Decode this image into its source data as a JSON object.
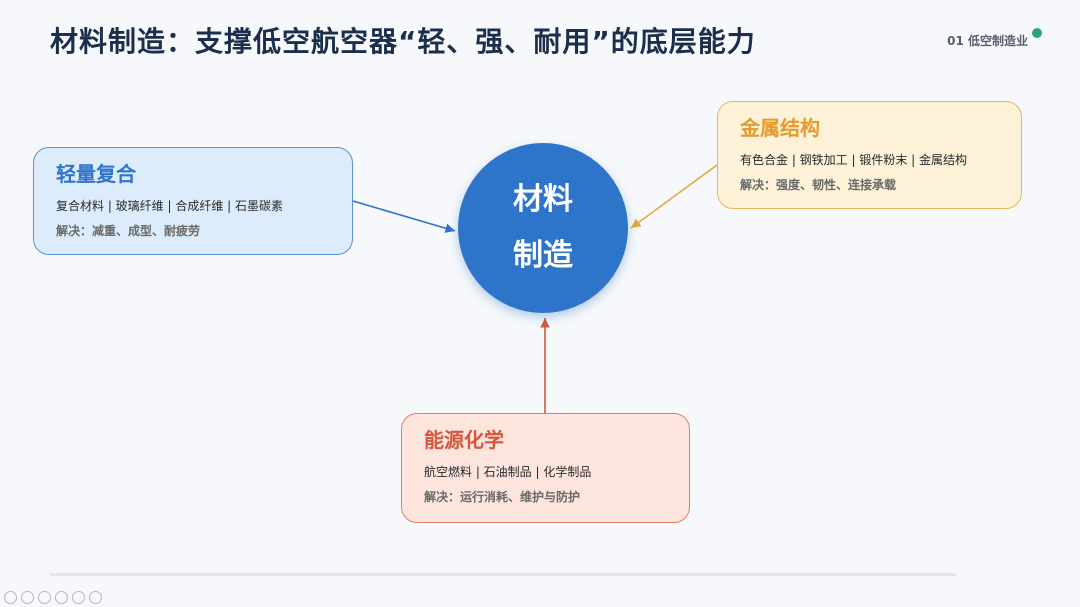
{
  "slide": {
    "title": "材料制造：支撑低空航空器“轻、强、耐用”的底层能力",
    "section": "01 低空制造业"
  },
  "center": {
    "line1": "材料",
    "line2": "制造"
  },
  "nodes": {
    "light": {
      "title": "轻量复合",
      "items": "复合材料 | 玻璃纤维 | 合成纤维 | 石墨碳素",
      "solve": "解决：减重、成型、耐疲劳"
    },
    "metal": {
      "title": "金属结构",
      "items": "有色合金 | 钢铁加工 | 锻件粉末 | 金属结构",
      "solve": "解决：强度、韧性、连接承载"
    },
    "energy": {
      "title": "能源化学",
      "items": "航空燃料 | 石油制品 | 化学制品",
      "solve": "解决：运行消耗、维护与防护"
    }
  },
  "colors": {
    "blue": "#2e74c9",
    "orange": "#e7a53a",
    "red": "#d5573b",
    "green": "#27a67a"
  }
}
